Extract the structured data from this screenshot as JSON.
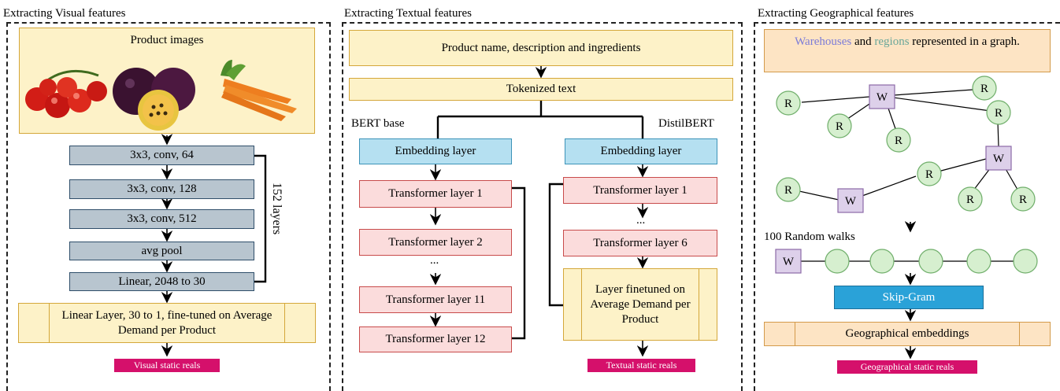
{
  "panels": {
    "visual": {
      "title": "Extracting Visual features",
      "images_label": "Product images",
      "image_icons": [
        "tomatoes-image",
        "passion-fruit-image",
        "carrots-image"
      ],
      "layers": [
        "3x3, conv, 64",
        "3x3, conv, 128",
        "3x3, conv, 512",
        "avg pool",
        "Linear, 2048 to 30"
      ],
      "bracket_label": "152 layers",
      "final_layer": "Linear Layer, 30 to 1, fine-tuned on Average Demand per Product",
      "output": "Visual static reals"
    },
    "textual": {
      "title": "Extracting Textual features",
      "input": "Product name, description and ingredients",
      "tokenized": "Tokenized text",
      "bert_label": "BERT base",
      "distil_label": "DistilBERT",
      "bert": {
        "embedding": "Embedding layer",
        "layers": [
          "Transformer layer 1",
          "Transformer layer 2",
          "Transformer layer 11",
          "Transformer layer 12"
        ],
        "ellipsis": "..."
      },
      "distil": {
        "embedding": "Embedding layer",
        "layers": [
          "Transformer layer 1",
          "Transformer layer 6"
        ],
        "ellipsis": "...",
        "finetuned": "Layer finetuned on Average Demand per Product"
      },
      "output": "Textual static reals"
    },
    "geo": {
      "title": "Extracting Geographical features",
      "caption_part1": "Warehouses",
      "caption_part2": " and ",
      "caption_part3": "regions",
      "caption_part4": " represented in a graph.",
      "warehouse_color": "#7b7bd8",
      "region_color": "#6aa79a",
      "node_w": "W",
      "node_r": "R",
      "walks_label": "100 Random walks",
      "skipgram": "Skip-Gram",
      "embeddings": "Geographical embeddings",
      "output": "Geographical static reals"
    }
  },
  "colors": {
    "yellow_fill": "#fdf2c8",
    "gray_fill": "#b8c5cf",
    "red_fill": "#fbdcdc",
    "blue_fill": "#b5e0f1",
    "skipgram_fill": "#2aa2d8",
    "output_fill": "#d5106b",
    "node_r_fill": "#d6efcf",
    "node_w_fill": "#ddd0ea"
  }
}
